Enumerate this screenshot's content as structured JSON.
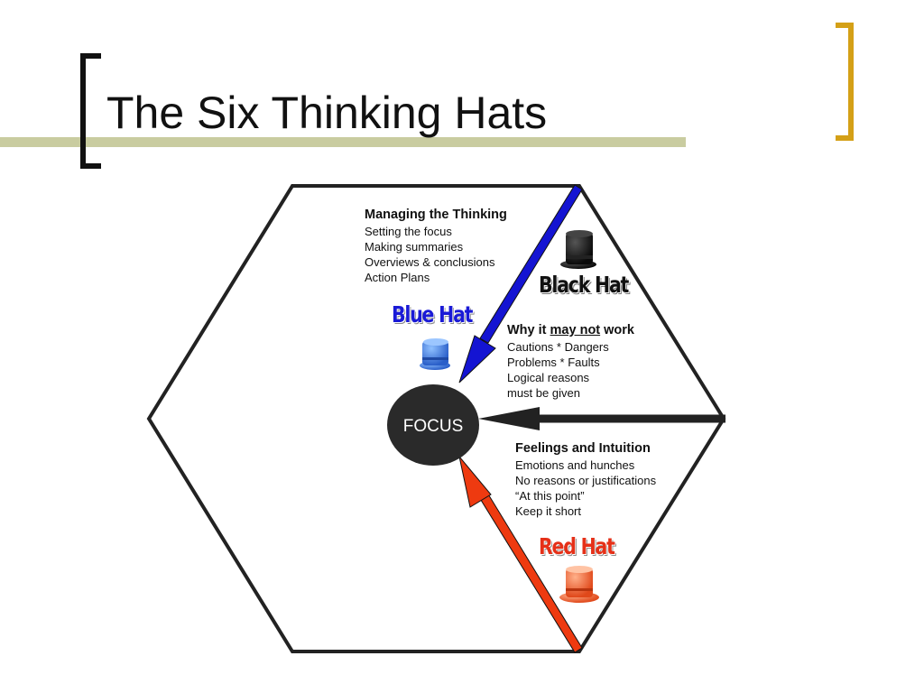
{
  "slide": {
    "title": "The Six Thinking Hats"
  },
  "colors": {
    "bracket_left": "#111111",
    "bracket_right": "#d4a017",
    "title_rule": "#c9cca0",
    "hexagon_stroke": "#222222",
    "blue_arrow": "#1414d2",
    "red_arrow": "#ee3a10",
    "black_arrow": "#222222",
    "focus_circle": "#2a2a2a"
  },
  "diagram": {
    "center": {
      "label": "FOCUS"
    },
    "blue_hat": {
      "label": "Blue Hat",
      "icon": "blue-top-hat-icon",
      "heading": "Managing the Thinking",
      "lines": [
        "Setting the focus",
        "Making summaries",
        "Overviews & conclusions",
        "Action Plans"
      ]
    },
    "black_hat": {
      "label": "Black Hat",
      "icon": "black-top-hat-icon",
      "heading_prefix": "Why it ",
      "heading_emphasis": "may not",
      "heading_suffix": " work",
      "lines": [
        "Cautions * Dangers",
        "Problems * Faults",
        "Logical reasons",
        "must be given"
      ]
    },
    "red_hat": {
      "label": "Red Hat",
      "icon": "red-top-hat-icon",
      "heading": "Feelings and Intuition",
      "lines": [
        "Emotions and hunches",
        "No reasons or justifications",
        "“At this point”",
        "Keep it short"
      ]
    }
  }
}
